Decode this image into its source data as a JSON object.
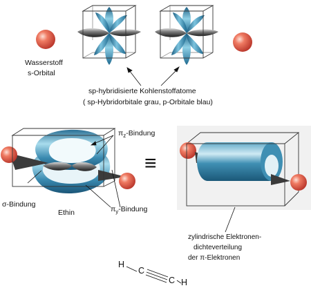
{
  "colors": {
    "hydrogen": "#e2574a",
    "hydrogen_light": "#f6b4a4",
    "p_orbital": "#2b7fa8",
    "p_orbital_light": "#9fd3e8",
    "hybrid_orbital": "#3a3a3a",
    "hybrid_light": "#bdbdbd",
    "cylinder": "#2f7e9f",
    "frame": "#333333"
  },
  "labels": {
    "hydrogen_line1": "Wasserstoff",
    "hydrogen_line2": "s-Orbital",
    "sp_line1": "sp-hybridisierte Kohlenstoffatome",
    "sp_line2": "( sp-Hybridorbitale grau, p-Orbitale blau)",
    "pi_z": "π",
    "pi_z_sub": "z",
    "pi_z_rest": "-Bindung",
    "sigma": "σ-Bindung",
    "ethin": "Ethin",
    "pi_y": "π",
    "pi_y_sub": "y",
    "pi_y_rest": "-Bindung",
    "equiv": "≡",
    "cyl_line1": "zylindrische Elektronen-",
    "cyl_line2": "dichteverteilung",
    "cyl_line3": "der π-Elektronen"
  },
  "formula": {
    "h_left": "H",
    "c_left": "C",
    "c_right": "C",
    "h_right": "H"
  }
}
